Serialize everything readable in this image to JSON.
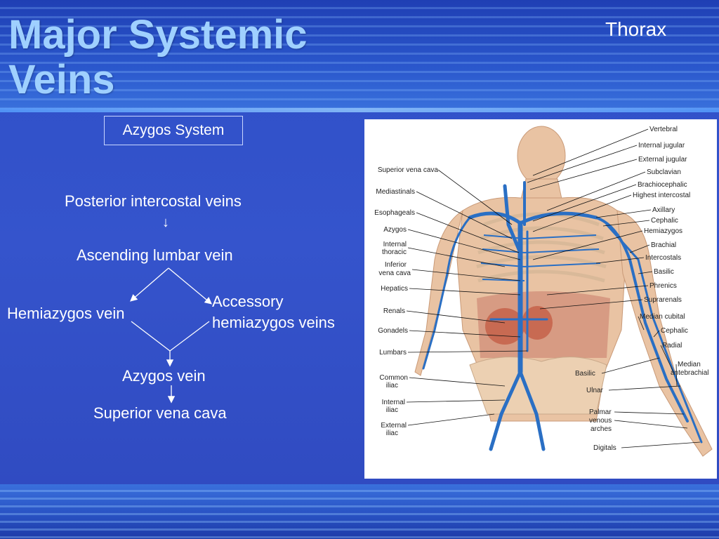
{
  "slide": {
    "title_line1": "Major Systemic",
    "title_line2": "Veins",
    "section": "Thorax",
    "system_box": "Azygos System"
  },
  "flowchart": {
    "n1": "Posterior intercostal veins",
    "arrow1": "↓",
    "n2": "Ascending lumbar vein",
    "left": "Hemiazygos vein",
    "right_line1": "Accessory",
    "right_line2": "hemiazygos veins",
    "n3": "Azygos vein",
    "n4": "Superior vena cava"
  },
  "figure": {
    "left_labels": [
      "Superior vena cava",
      "Mediastinals",
      "Esophageals",
      "Azygos",
      "Internal",
      "thoracic",
      "Inferior",
      "vena cava",
      "Hepatics",
      "Renals",
      "Gonadels",
      "Lumbars",
      "Common",
      "iliac",
      "Internal",
      "iliac",
      "External",
      "iliac"
    ],
    "right_labels": [
      "Vertebral",
      "Internal jugular",
      "External jugular",
      "Subclavian",
      "Brachiocephalic",
      "Highest intercostal",
      "Axillary",
      "Cephalic",
      "Hemiazygos",
      "Brachial",
      "Intercostals",
      "Basilic",
      "Phrenics",
      "Suprarenals",
      "Median cubital",
      "Cephalic",
      "Radial",
      "Median",
      "antebrachial",
      "Basilic",
      "Ulnar",
      "Palmar",
      "venous",
      "arches",
      "Digitals"
    ]
  },
  "colors": {
    "title": "#9fd0ff",
    "background": "#3554cc",
    "vein": "#2a6fc4"
  }
}
